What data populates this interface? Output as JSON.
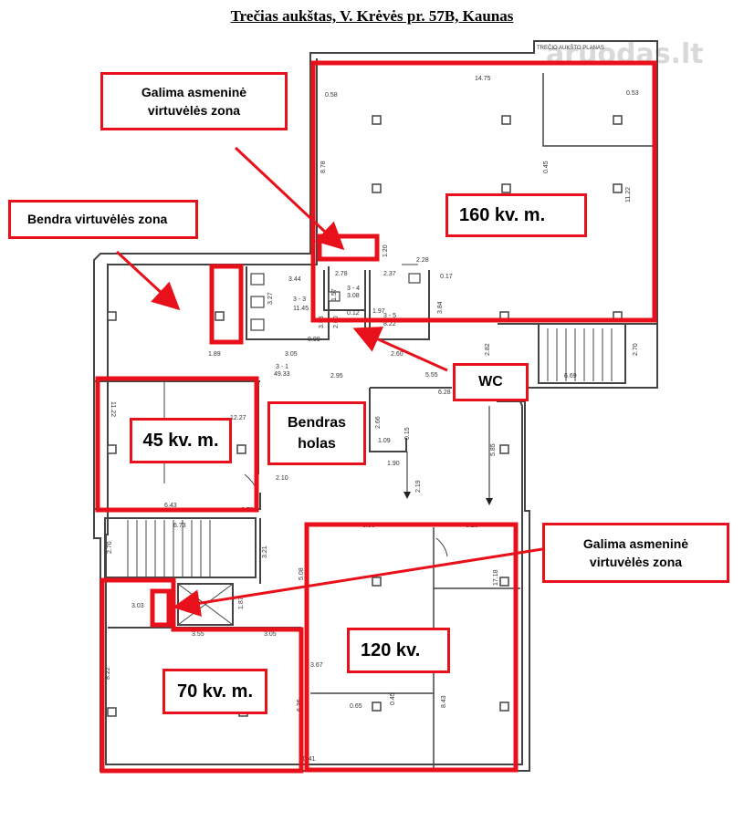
{
  "title": "Trečias aukštas, V. Krėvės pr. 57B, Kaunas",
  "watermark": "aruodas.lt",
  "plan_header": "TREČIO AUKŠTO PLANAS",
  "callouts": {
    "private_kitchen_top": "Galima asmeninė virtuvėlės zona",
    "shared_kitchen": "Bendra virtuvėlės zona",
    "area_160": "160 kv. m.",
    "wc": "WC",
    "area_45": "45 kv. m.",
    "common_hall": "Bendras holas",
    "private_kitchen_right": "Galima asmeninė virtuvėlės zona",
    "area_120": "120 kv.",
    "area_70": "70 kv. m."
  },
  "dimensions": {
    "d1475": "14.75",
    "d058": "0.58",
    "d053": "0.53",
    "d878": "8.78",
    "d045": "0.45",
    "d1122": "11.22",
    "d120": "1.20",
    "d228": "2.28",
    "d017": "0.17",
    "d384": "3.84",
    "d278": "2.78",
    "d237": "2.37",
    "d157": "1.57",
    "r34": "3 - 4",
    "r34a": "3.08",
    "d344": "3.44",
    "d327": "3.27",
    "r33": "3 - 3",
    "r33a": "11.45",
    "r35": "3 - 5",
    "r35a": "8.22",
    "d353": "3.53",
    "d200": "2.00",
    "d012": "0.12",
    "d197": "1.97",
    "d099": "0.99",
    "d189": "1.89",
    "d305a": "3.05",
    "r31": "3 - 1",
    "r31a": "49.33",
    "d295": "2.95",
    "d260": "2.60",
    "d555": "5.55",
    "d628": "6.28",
    "d282": "2.82",
    "d669": "6.69",
    "d270a": "2.70",
    "d1122b": "11.22",
    "d1227": "12.27",
    "d266": "2.66",
    "d109": "1.09",
    "d015": "0.15",
    "d190": "1.90",
    "d210": "2.10",
    "d219": "2.19",
    "d585": "5.85",
    "d643": "6.43",
    "d052": "0.52",
    "d673": "6.73",
    "d270b": "2.70",
    "d321": "3.21",
    "d508": "5.08",
    "d300": "3.00",
    "d310": "3.10",
    "d318": "17.18",
    "d303": "3.03",
    "d187": "1.87",
    "d355": "3.55",
    "d305b": "3.05",
    "d822a": "8.22",
    "d367": "3.67",
    "d636": "6.36",
    "d065": "0.65",
    "d045b": "0.45",
    "d843": "8.43",
    "d1041": "10.41"
  },
  "colors": {
    "highlight": "#e8111b",
    "wall": "#444444",
    "dim": "#333333"
  }
}
